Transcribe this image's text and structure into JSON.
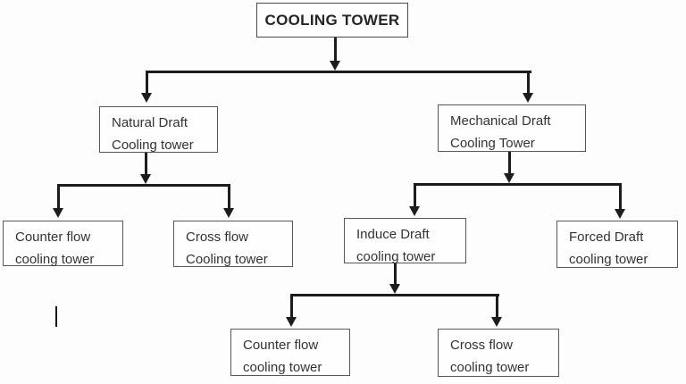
{
  "diagram": {
    "nodes": {
      "root": {
        "label": "COOLING TOWER"
      },
      "natural_draft": {
        "line1": "Natural Draft",
        "line2": "Cooling tower"
      },
      "mechanical_draft": {
        "line1": "Mechanical Draft",
        "line2": "Cooling Tower"
      },
      "counter_flow_natural": {
        "line1": "Counter flow",
        "line2": "cooling tower"
      },
      "cross_flow_natural": {
        "line1": "Cross flow",
        "line2": "Cooling tower"
      },
      "induce_draft": {
        "line1": "Induce Draft",
        "line2": "cooling tower"
      },
      "forced_draft": {
        "line1": "Forced Draft",
        "line2": "cooling tower"
      },
      "counter_flow_induce": {
        "line1": "Counter flow",
        "line2": "cooling tower"
      },
      "cross_flow_induce": {
        "line1": "Cross flow",
        "line2": "cooling tower"
      }
    },
    "edges": [
      {
        "from": "COOLING TOWER",
        "to": "Natural Draft Cooling tower"
      },
      {
        "from": "COOLING TOWER",
        "to": "Mechanical Draft Cooling Tower"
      },
      {
        "from": "Natural Draft Cooling tower",
        "to": "Counter flow cooling tower"
      },
      {
        "from": "Natural Draft Cooling tower",
        "to": "Cross flow Cooling tower"
      },
      {
        "from": "Mechanical Draft Cooling Tower",
        "to": "Induce Draft cooling tower"
      },
      {
        "from": "Mechanical Draft Cooling Tower",
        "to": "Forced Draft cooling tower"
      },
      {
        "from": "Induce Draft cooling tower",
        "to": "Counter flow cooling tower"
      },
      {
        "from": "Induce Draft cooling tower",
        "to": "Cross flow cooling tower"
      }
    ],
    "colors": {
      "connector_line": "#1c1c1c",
      "box_border": "#585858",
      "text": "#333333",
      "background": "#fdfdfd"
    }
  }
}
